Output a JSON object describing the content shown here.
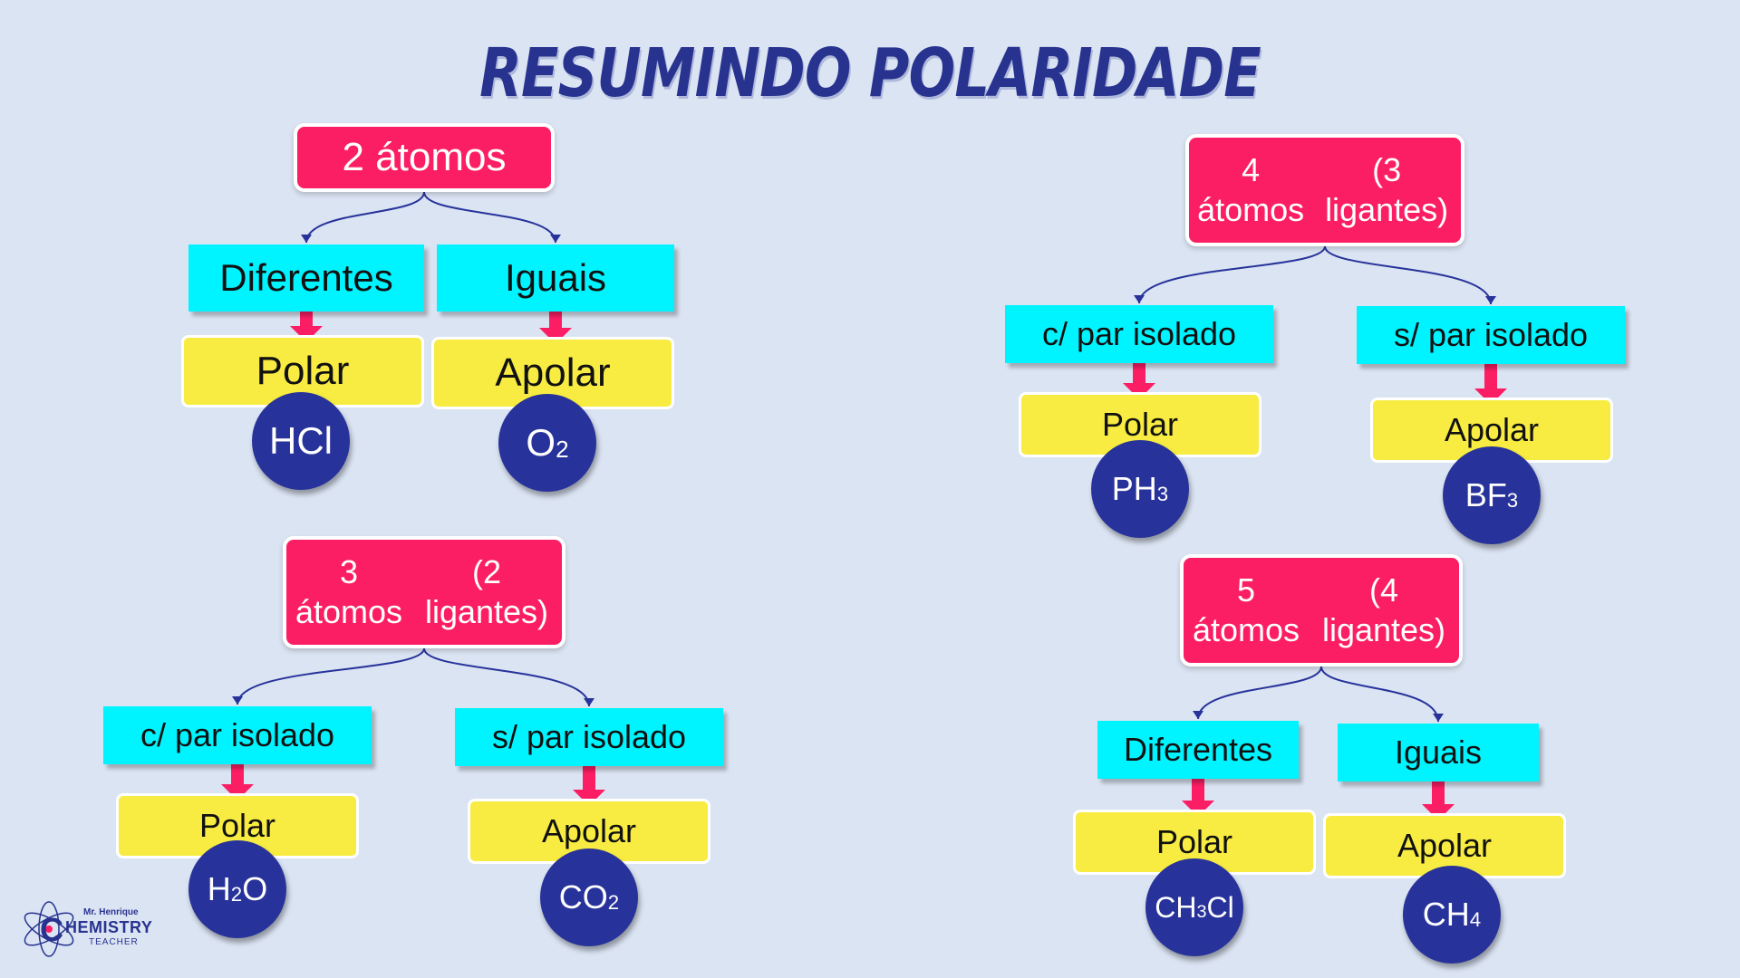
{
  "title": "RESUMINDO POLARIDADE",
  "colors": {
    "background": "#DBE4F3",
    "title": "#27338F",
    "header_box": "#FC1E64",
    "condition_box": "#00F4FF",
    "result_box": "#F8EC42",
    "molecule_circle": "#27339A",
    "arrow": "#FC1E64",
    "connector": "#27339A"
  },
  "groups": [
    {
      "header": [
        "2 átomos"
      ],
      "branches": [
        {
          "condition": "Diferentes",
          "result": "Polar",
          "molecule": [
            {
              "t": "HCl"
            }
          ]
        },
        {
          "condition": "Iguais",
          "result": "Apolar",
          "molecule": [
            {
              "t": "O"
            },
            {
              "t": "2",
              "sub": true
            }
          ]
        }
      ]
    },
    {
      "header": [
        "4 átomos",
        "(3 ligantes)"
      ],
      "branches": [
        {
          "condition": "c/ par isolado",
          "result": "Polar",
          "molecule": [
            {
              "t": "PH"
            },
            {
              "t": "3",
              "sub": true
            }
          ]
        },
        {
          "condition": "s/ par isolado",
          "result": "Apolar",
          "molecule": [
            {
              "t": "BF"
            },
            {
              "t": "3",
              "sub": true
            }
          ]
        }
      ]
    },
    {
      "header": [
        "3 átomos",
        "(2 ligantes)"
      ],
      "branches": [
        {
          "condition": "c/ par isolado",
          "result": "Polar",
          "molecule": [
            {
              "t": "H"
            },
            {
              "t": "2",
              "sub": true
            },
            {
              "t": "O"
            }
          ]
        },
        {
          "condition": "s/ par isolado",
          "result": "Apolar",
          "molecule": [
            {
              "t": "CO"
            },
            {
              "t": "2",
              "sub": true
            }
          ]
        }
      ]
    },
    {
      "header": [
        "5 átomos",
        "(4 ligantes)"
      ],
      "branches": [
        {
          "condition": "Diferentes",
          "result": "Polar",
          "molecule": [
            {
              "t": "CH"
            },
            {
              "t": "3",
              "sub": true
            },
            {
              "t": "Cl"
            }
          ]
        },
        {
          "condition": "Iguais",
          "result": "Apolar",
          "molecule": [
            {
              "t": "CH"
            },
            {
              "t": "4",
              "sub": true
            }
          ]
        }
      ]
    }
  ],
  "logo": {
    "small": "Mr. Henrique",
    "big": "HEMISTRY",
    "initial": "C",
    "foot": "TEACHER",
    "icon": "atom-icon"
  }
}
